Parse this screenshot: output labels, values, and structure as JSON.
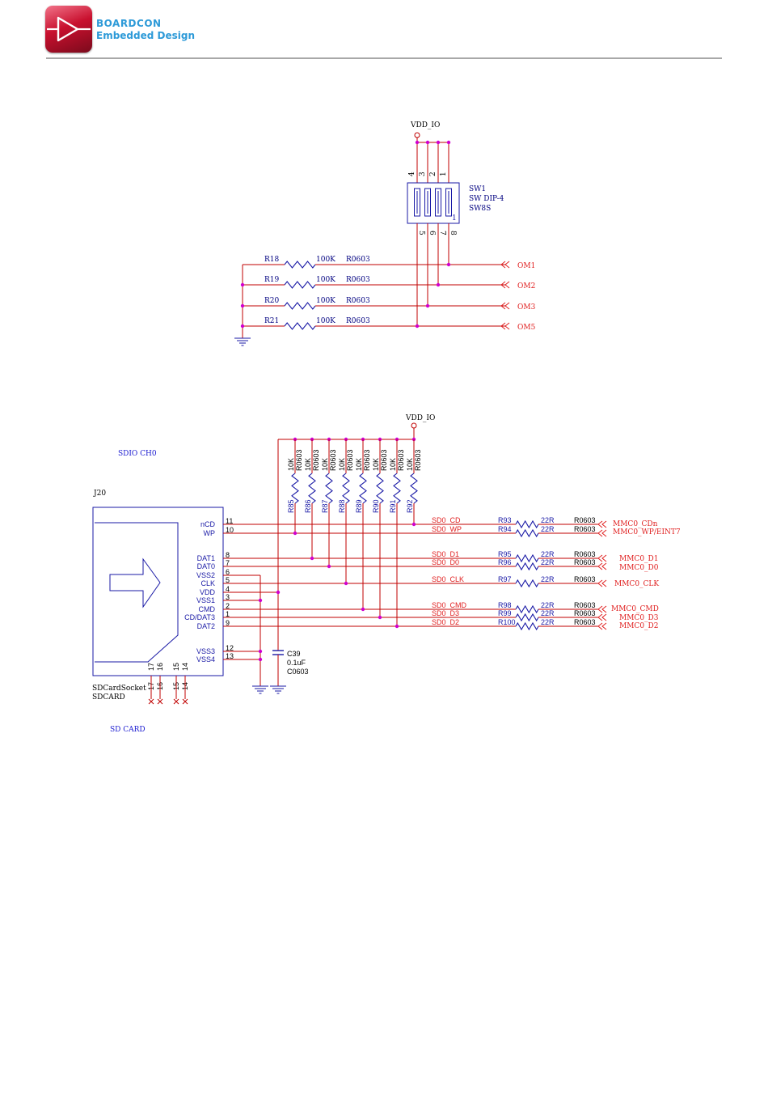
{
  "header": {
    "brand_name": "BOARDCON",
    "brand_tagline": "Embedded Design"
  },
  "colors": {
    "wire": "#c00000",
    "component": "#1a1aa6",
    "label": "#000080",
    "junction": "#d000d0",
    "net_label": "#e02020",
    "title": "#1a1ad0",
    "brand": "#2d9ad8",
    "rule": "#a8a8a8"
  },
  "dip_switch": {
    "supply": "VDD_IO",
    "designator": "SW1",
    "part": "SW DIP-4",
    "footprint": "SW8S",
    "marker": "1",
    "top_pins": [
      "4",
      "3",
      "2",
      "1"
    ],
    "bottom_pins": [
      "5",
      "6",
      "7",
      "8"
    ],
    "rows": [
      {
        "ref": "R18",
        "value": "100K",
        "footprint": "R0603",
        "net": "OM1"
      },
      {
        "ref": "R19",
        "value": "100K",
        "footprint": "R0603",
        "net": "OM2"
      },
      {
        "ref": "R20",
        "value": "100K",
        "footprint": "R0603",
        "net": "OM3"
      },
      {
        "ref": "R21",
        "value": "100K",
        "footprint": "R0603",
        "net": "OM5"
      }
    ]
  },
  "sdio": {
    "title": "SDIO CH0",
    "supply": "VDD_IO",
    "pullups": [
      {
        "ref": "R85",
        "value": "10K",
        "footprint": "R0603"
      },
      {
        "ref": "R86",
        "value": "10K",
        "footprint": "R0603"
      },
      {
        "ref": "R87",
        "value": "10K",
        "footprint": "R0603"
      },
      {
        "ref": "R88",
        "value": "10K",
        "footprint": "R0603"
      },
      {
        "ref": "R89",
        "value": "10K",
        "footprint": "R0603"
      },
      {
        "ref": "R90",
        "value": "10K",
        "footprint": "R0603"
      },
      {
        "ref": "R91",
        "value": "10K",
        "footprint": "R0603"
      },
      {
        "ref": "R92",
        "value": "10K",
        "footprint": "R0603"
      }
    ],
    "connector": {
      "designator": "J20",
      "part": "SDCardSocket",
      "footprint": "SDCARD",
      "caption": "SD CARD",
      "bottom_pins": [
        "17",
        "16",
        "15",
        "14"
      ],
      "pins": [
        {
          "name": "nCD",
          "num": "11"
        },
        {
          "name": "WP",
          "num": "10"
        },
        {
          "name": "DAT1",
          "num": "8"
        },
        {
          "name": "DAT0",
          "num": "7"
        },
        {
          "name": "VSS2",
          "num": "6"
        },
        {
          "name": "CLK",
          "num": "5"
        },
        {
          "name": "VDD",
          "num": "4"
        },
        {
          "name": "VSS1",
          "num": "3"
        },
        {
          "name": "CMD",
          "num": "2"
        },
        {
          "name": "CD/DAT3",
          "num": "1"
        },
        {
          "name": "DAT2",
          "num": "9"
        },
        {
          "name": "VSS3",
          "num": "12"
        },
        {
          "name": "VSS4",
          "num": "13"
        }
      ]
    },
    "capacitor": {
      "ref": "C39",
      "value": "0.1uF",
      "footprint": "C0603"
    },
    "signals": [
      {
        "net": "SD0_CD",
        "ref": "R93",
        "value": "22R",
        "footprint": "R0603",
        "out": "MMC0_CDn"
      },
      {
        "net": "SD0_WP",
        "ref": "R94",
        "value": "22R",
        "footprint": "R0603",
        "out": "MMC0_WP/EINT7"
      },
      {
        "net": "SD0_D1",
        "ref": "R95",
        "value": "22R",
        "footprint": "R0603",
        "out": "MMC0_D1"
      },
      {
        "net": "SD0_D0",
        "ref": "R96",
        "value": "22R",
        "footprint": "R0603",
        "out": "MMC0_D0"
      },
      {
        "net": "SD0_CLK",
        "ref": "R97",
        "value": "22R",
        "footprint": "R0603",
        "out": "MMC0_CLK"
      },
      {
        "net": "SD0_CMD",
        "ref": "R98",
        "value": "22R",
        "footprint": "R0603",
        "out": "MMC0_CMD"
      },
      {
        "net": "SD0_D3",
        "ref": "R99",
        "value": "22R",
        "footprint": "R0603",
        "out": "MMC0_D3"
      },
      {
        "net": "SD0_D2",
        "ref": "R100",
        "value": "22R",
        "footprint": "R0603",
        "out": "MMC0_D2"
      }
    ]
  }
}
